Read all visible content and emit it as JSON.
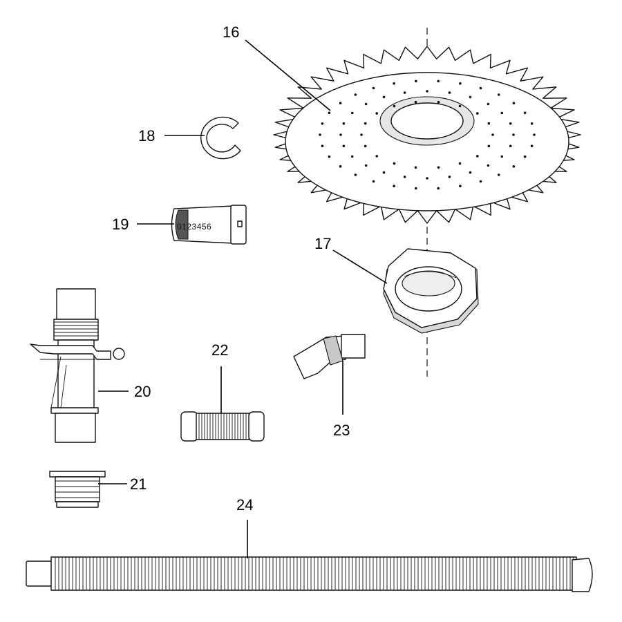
{
  "callouts": [
    {
      "id": "16",
      "text": "16"
    },
    {
      "id": "17",
      "text": "17"
    },
    {
      "id": "18",
      "text": "18"
    },
    {
      "id": "19",
      "text": "19"
    },
    {
      "id": "20",
      "text": "20"
    },
    {
      "id": "21",
      "text": "21"
    },
    {
      "id": "22",
      "text": "22"
    },
    {
      "id": "23",
      "text": "23"
    },
    {
      "id": "24",
      "text": "24"
    }
  ],
  "valve_scale": "0123456",
  "colors": {
    "line": "#111111",
    "background": "#ffffff",
    "shade": "#c8c8c8"
  }
}
